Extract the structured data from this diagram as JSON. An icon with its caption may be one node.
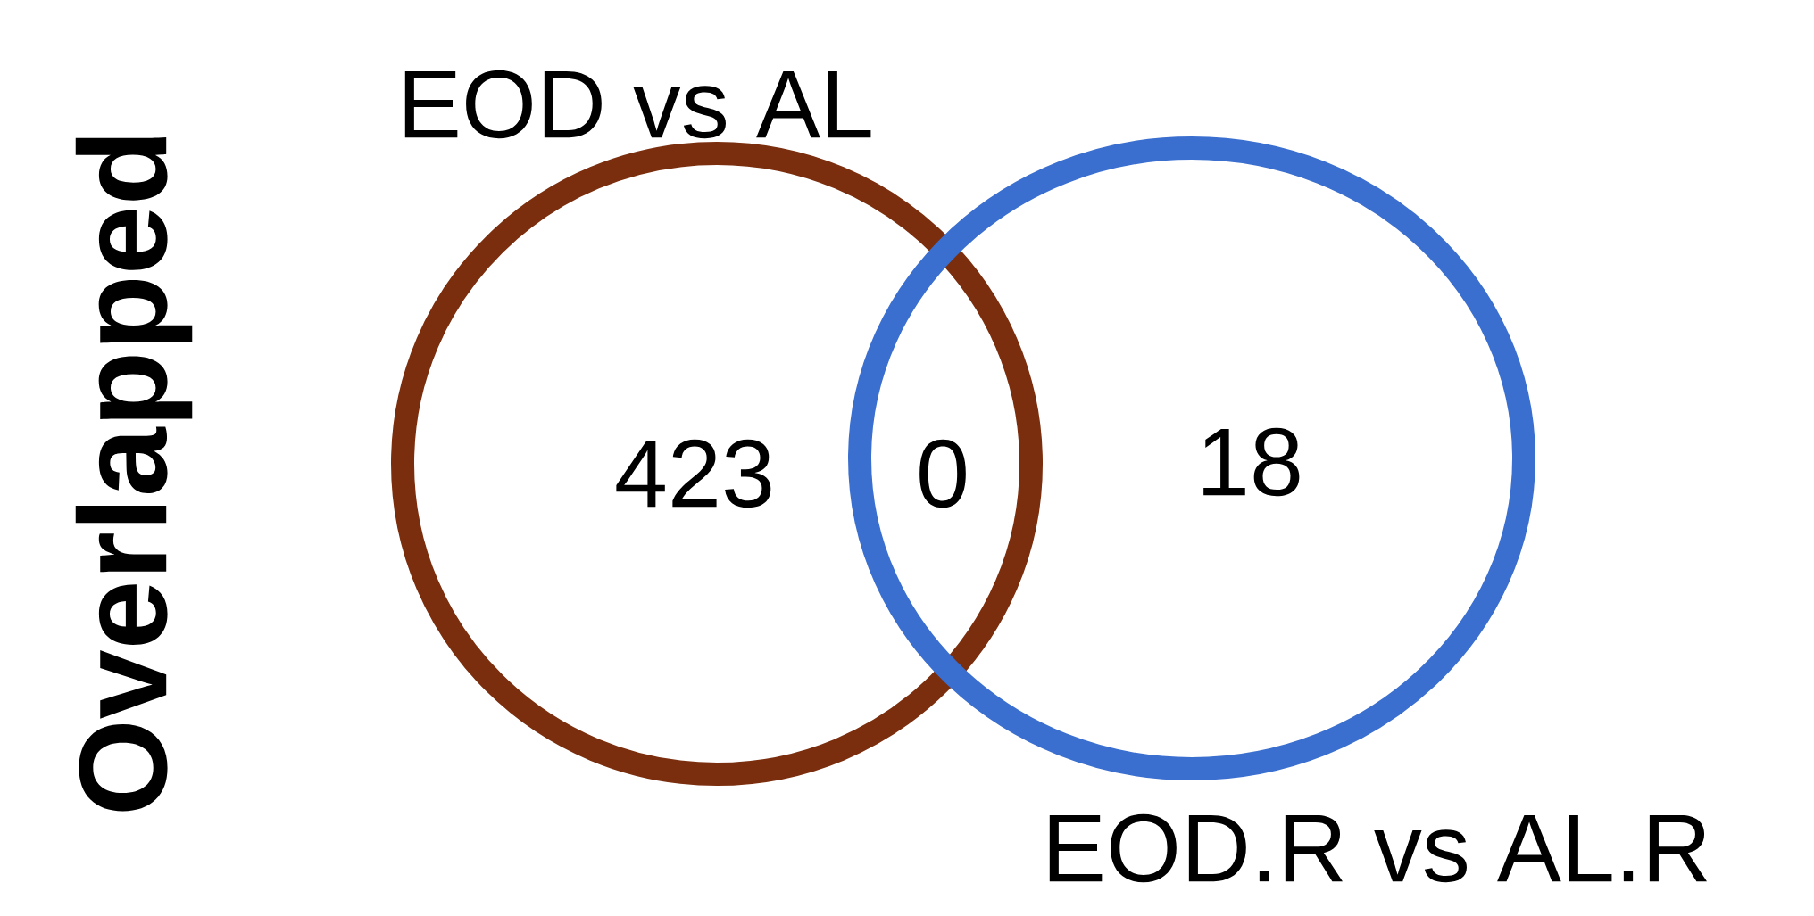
{
  "diagram": {
    "title": "Overlapped",
    "nodes": [
      {
        "text": [
          "EOD vs AL",
          "423"
        ]
      },
      {
        "text": [
          "18",
          "EOD.R vs AL.R"
        ]
      }
    ],
    "labels": [
      "0"
    ]
  }
}
